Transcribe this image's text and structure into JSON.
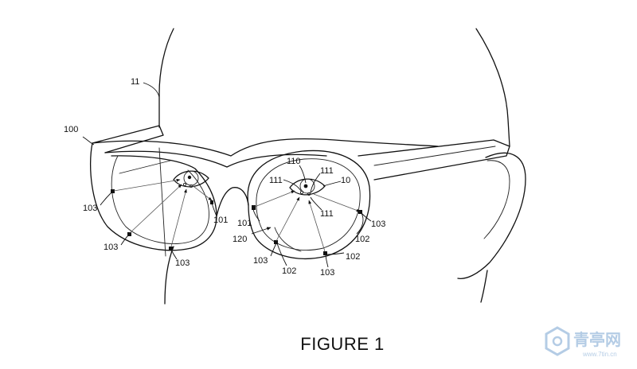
{
  "caption": "FIGURE 1",
  "labels": {
    "head": "11",
    "glasses": "100",
    "frame_right": "101",
    "frame_left": "101",
    "emitter_a": "103",
    "emitter_b": "103",
    "emitter_c": "103",
    "emitter_d": "103",
    "emitter_e": "103",
    "emitter_f": "103",
    "sensor_a": "102",
    "sensor_b": "102",
    "sensor_c": "102",
    "pupil": "110",
    "glint_a": "111",
    "glint_b": "111",
    "glint_c": "111",
    "eye": "10",
    "lens": "120"
  },
  "watermark": {
    "name": "青亭网",
    "url": "www.7tin.cn"
  },
  "colors": {
    "line": "#111111",
    "watermark": "#2b6fb6"
  },
  "icons": {
    "watermark_logo": "hexagon-logo-icon"
  }
}
